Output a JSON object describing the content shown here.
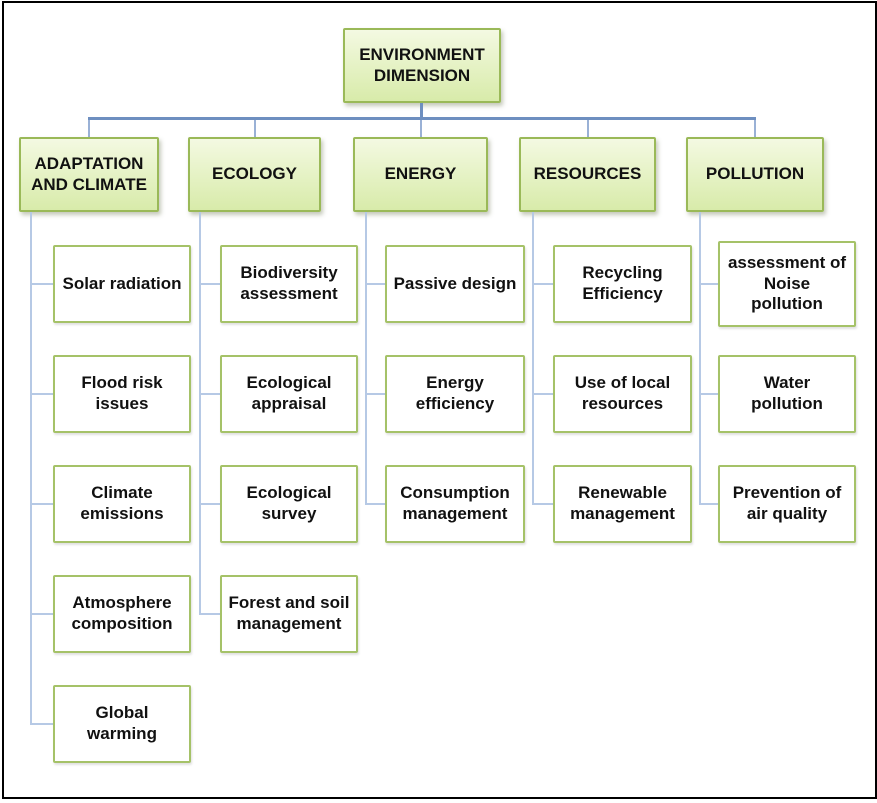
{
  "diagram": {
    "root": {
      "label": "ENVIRONMENT DIMENSION"
    },
    "columns": [
      {
        "label": "ADAPTATION AND CLIMATE",
        "children": [
          "Solar radiation",
          "Flood risk\nissues",
          "Climate\nemissions",
          "Atmosphere\ncomposition",
          "Global\nwarming"
        ]
      },
      {
        "label": "ECOLOGY",
        "children": [
          "Biodiversity\nassessment",
          "Ecological\nappraisal",
          "Ecological\nsurvey",
          "Forest and soil\nmanagement"
        ]
      },
      {
        "label": "ENERGY",
        "children": [
          "Passive design",
          "Energy\nefficiency",
          "Consumption\nmanagement"
        ]
      },
      {
        "label": "RESOURCES",
        "children": [
          "Recycling\nEfficiency",
          "Use of local\nresources",
          "Renewable\nmanagement"
        ]
      },
      {
        "label": "POLLUTION",
        "children": [
          "assessment of\nNoise\npollution",
          "Water\npollution",
          "Prevention of\nair quality"
        ]
      }
    ],
    "colors": {
      "bus_line": "#6e8fc0",
      "header_drop_line": "#9ab1d6",
      "branch_line": "#b6c9e5",
      "green_box_border": "#9ab958",
      "leaf_box_border": "#a5c268",
      "green_fill_top": "#f4f9e2",
      "green_fill_bottom": "#d8ebaa",
      "frame_border": "#000000",
      "text": "#111111"
    }
  }
}
